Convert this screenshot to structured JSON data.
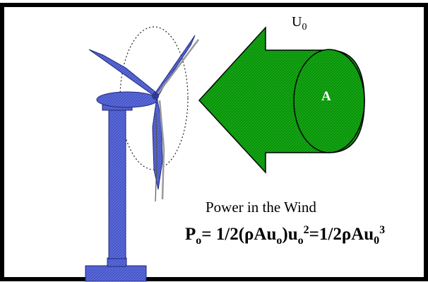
{
  "velocity_label": {
    "base": "U",
    "subscript": "0"
  },
  "area_label": "A",
  "caption": "Power in the Wind",
  "formula": {
    "p": "P",
    "p_sub": "o",
    "eq1": "= 1/2(ρAu",
    "u_sub1": "o",
    "mid": ")u",
    "u_sub2": "o",
    "sup1": "2",
    "eq2": "=1/2ρAu",
    "u_sub3": "0",
    "sup2": "3"
  },
  "colors": {
    "frame": "#000000",
    "arrow": "#0fa80f",
    "turbine": "#5b6bdc",
    "turbine_dark": "#2f3a8f"
  }
}
